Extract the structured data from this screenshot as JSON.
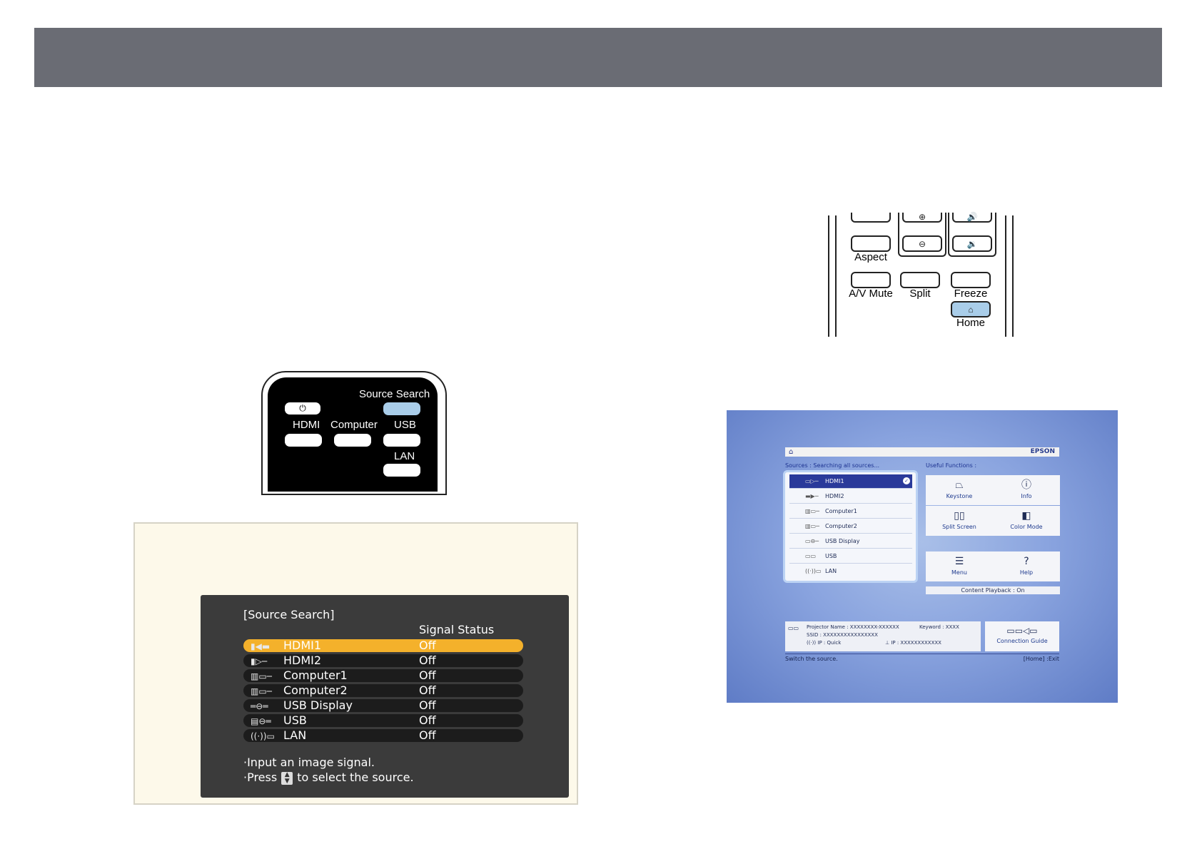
{
  "remote_source": {
    "power_icon": "⏻",
    "labels": {
      "source_search": "Source Search",
      "hdmi": "HDMI",
      "computer": "Computer",
      "usb": "USB",
      "lan": "LAN"
    },
    "highlight_color": "#a9cde9"
  },
  "remote_home": {
    "labels": {
      "aspect": "Aspect",
      "av_mute": "A/V Mute",
      "split": "Split",
      "freeze": "Freeze",
      "home": "Home"
    },
    "icons": {
      "zoom_in": "⊕",
      "zoom_out": "⊖",
      "volume_up": "🔊",
      "volume_down": "🔉",
      "home": "⌂"
    }
  },
  "source_search_screen": {
    "title": "[Source Search]",
    "column_header": "Signal Status",
    "rows": [
      {
        "icon": "▮◀▬",
        "name": "HDMI1",
        "status": "Off"
      },
      {
        "icon": "▮▷─",
        "name": "HDMI2",
        "status": "Off"
      },
      {
        "icon": "▥▭─",
        "name": "Computer1",
        "status": "Off"
      },
      {
        "icon": "▥▭─",
        "name": "Computer2",
        "status": "Off"
      },
      {
        "icon": "═⊖═",
        "name": "USB Display",
        "status": "Off"
      },
      {
        "icon": "▤⊖═",
        "name": "USB",
        "status": "Off"
      },
      {
        "icon": "((·))▭",
        "name": "LAN",
        "status": "Off"
      }
    ],
    "footer_line1": "·Input an image signal.",
    "footer_line2_before": "·Press",
    "footer_line2_after": "to select the source.",
    "selected_color": "#f4b12b"
  },
  "home_screen": {
    "brand": "EPSON",
    "home_icon": "⌂",
    "sources_label": "Sources :  Searching all sources...",
    "useful_label": "Useful Functions :",
    "sources": [
      {
        "icon": "▭▷─",
        "name": "HDMI1"
      },
      {
        "icon": "▬▶─",
        "name": "HDMI2"
      },
      {
        "icon": "▥▭─",
        "name": "Computer1"
      },
      {
        "icon": "▥▭─",
        "name": "Computer2"
      },
      {
        "icon": "▭⊖─",
        "name": "USB Display"
      },
      {
        "icon": "▭▭",
        "name": "USB"
      },
      {
        "icon": "((·))▭",
        "name": "LAN"
      }
    ],
    "check_icon": "✓",
    "tiles": [
      {
        "icon": "⏢",
        "label": "Keystone"
      },
      {
        "icon": "ⓘ",
        "label": "Info"
      },
      {
        "icon": "▯▯",
        "label": "Split Screen"
      },
      {
        "icon": "◧",
        "label": "Color Mode"
      },
      {
        "icon": "☰",
        "label": "Menu"
      },
      {
        "icon": "?",
        "label": "Help"
      }
    ],
    "content_playback": "Content Playback :  On",
    "info": {
      "projector_name": "Projector Name :  XXXXXXXX-XXXXXX",
      "keyword": "Keyword :  XXXX",
      "ssid": "SSID  :  XXXXXXXXXXXXXXXX",
      "ip_wireless": "IP  :  Quick",
      "ip_wired": "IP  :  XXXXXXXXXXXX"
    },
    "connection_guide_icon": "▭▭◁▭",
    "connection_guide": "Connection Guide",
    "footer_left": "Switch the source.",
    "footer_right": "[Home] :Exit",
    "selected_color": "#2a3a9a"
  }
}
